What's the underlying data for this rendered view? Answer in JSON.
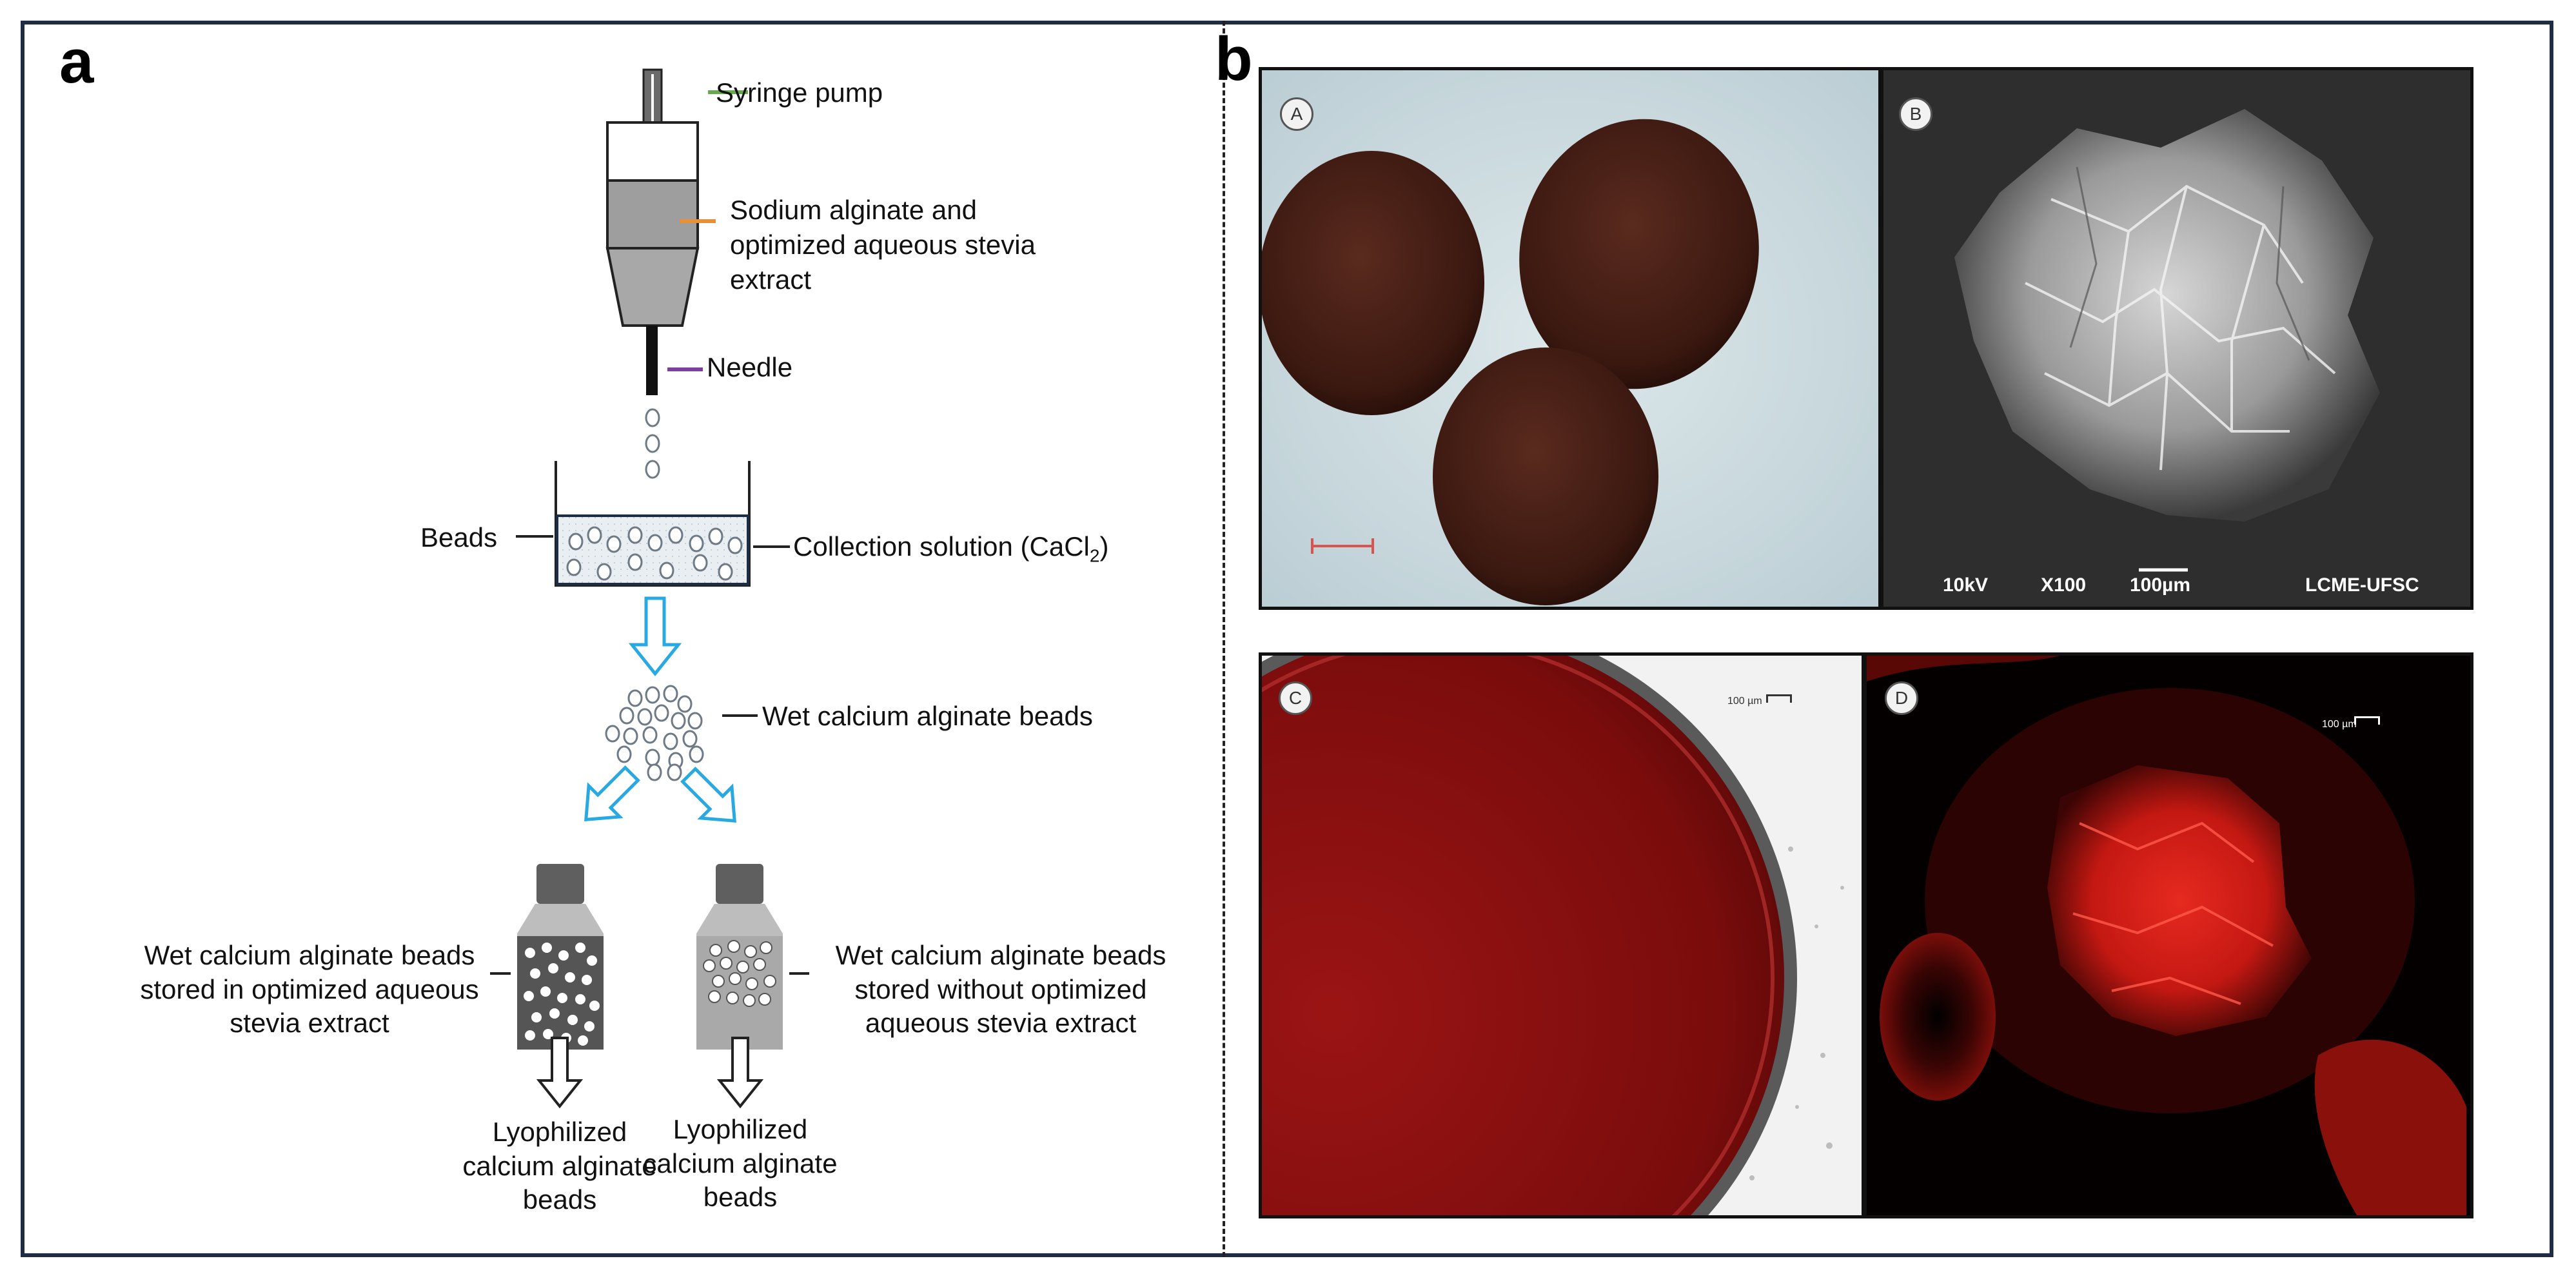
{
  "panel_a": {
    "letter": "a",
    "syringe_pump": "Syringe pump",
    "sodium_alginate_line1": "Sodium alginate and",
    "sodium_alginate_line2": "optimized aqueous stevia",
    "sodium_alginate_line3": "extract",
    "needle": "Needle",
    "beads": "Beads",
    "collection_solution": "Collection solution (CaCl",
    "collection_solution_sub": "2",
    "collection_solution_end": ")",
    "wet_beads": "Wet calcium alginate beads",
    "stored_in_line1": "Wet calcium alginate beads",
    "stored_in_line2": "stored in optimized aqueous",
    "stored_in_line3": "stevia extract",
    "stored_without_line1": "Wet calcium alginate beads",
    "stored_without_line2": "stored without optimized",
    "stored_without_line3": "aqueous stevia extract",
    "lyo_left_line1": "Lyophilized",
    "lyo_left_line2": "calcium alginate",
    "lyo_left_line3": "beads",
    "lyo_right_line1": "Lyophilized",
    "lyo_right_line2": "calcium alginate",
    "lyo_right_line3": "beads",
    "colors": {
      "syringe_pump_marker": "#6aa84f",
      "sodium_marker": "#e69138",
      "needle_marker": "#7b3fa0",
      "flow_arrow": "#29a9e1"
    }
  },
  "panel_b": {
    "letter": "b",
    "micro_a_badge": "A",
    "micro_b_badge": "B",
    "micro_c_badge": "C",
    "micro_d_badge": "D",
    "sem_kv": "10kV",
    "sem_mag": "X100",
    "sem_scale": "100µm",
    "sem_lab": "LCME-UFSC",
    "scale_c": "100 µm",
    "scale_d": "100 µm"
  }
}
